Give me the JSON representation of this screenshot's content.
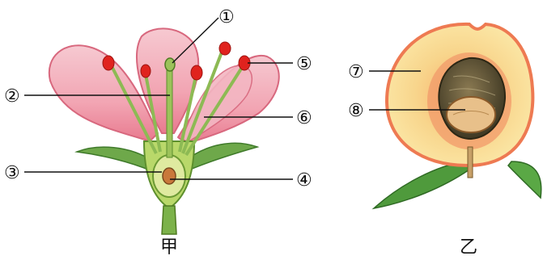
{
  "figure_a": {
    "caption": "甲",
    "labels": {
      "n1": "①",
      "n2": "②",
      "n3": "③",
      "n4": "④",
      "n5": "⑤",
      "n6": "⑥"
    }
  },
  "figure_b": {
    "caption": "乙",
    "labels": {
      "n7": "⑦",
      "n8": "⑧"
    }
  }
}
